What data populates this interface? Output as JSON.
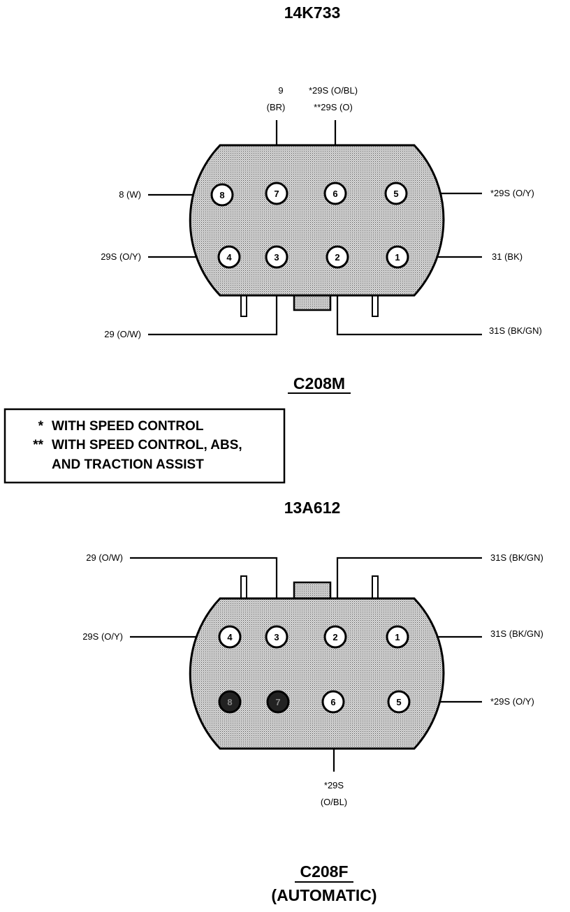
{
  "top_connector": {
    "part_number": "14K733",
    "name": "C208M",
    "pins": [
      {
        "n": "1",
        "label": "31 (BK)"
      },
      {
        "n": "2",
        "label": "31S (BK/GN)"
      },
      {
        "n": "3",
        "label": "29 (O/W)"
      },
      {
        "n": "4",
        "label": "29S (O/Y)"
      },
      {
        "n": "5",
        "label": "*29S (O/Y)"
      },
      {
        "n": "6",
        "label_line1": "*29S (O/BL)",
        "label_line2": "**29S (O)"
      },
      {
        "n": "7",
        "label_line1": "9",
        "label_line2": "(BR)"
      },
      {
        "n": "8",
        "label": "8 (W)"
      }
    ]
  },
  "legend": {
    "line1_mark": "*",
    "line1_text": "WITH SPEED CONTROL",
    "line2_mark": "**",
    "line2_text": "WITH SPEED CONTROL, ABS,",
    "line3_text": "AND TRACTION ASSIST"
  },
  "bottom_connector": {
    "part_number": "13A612",
    "name": "C208F",
    "subtitle": "(AUTOMATIC)",
    "pins": [
      {
        "n": "1",
        "label": "31S (BK/GN)"
      },
      {
        "n": "2",
        "label": "31S (BK/GN)"
      },
      {
        "n": "3",
        "label": "29 (O/W)"
      },
      {
        "n": "4",
        "label": "29S (O/Y)"
      },
      {
        "n": "5",
        "label": "*29S (O/Y)"
      },
      {
        "n": "6",
        "label_line1": "*29S",
        "label_line2": "(O/BL)"
      },
      {
        "n": "7",
        "filled": true
      },
      {
        "n": "8",
        "filled": true
      }
    ]
  }
}
